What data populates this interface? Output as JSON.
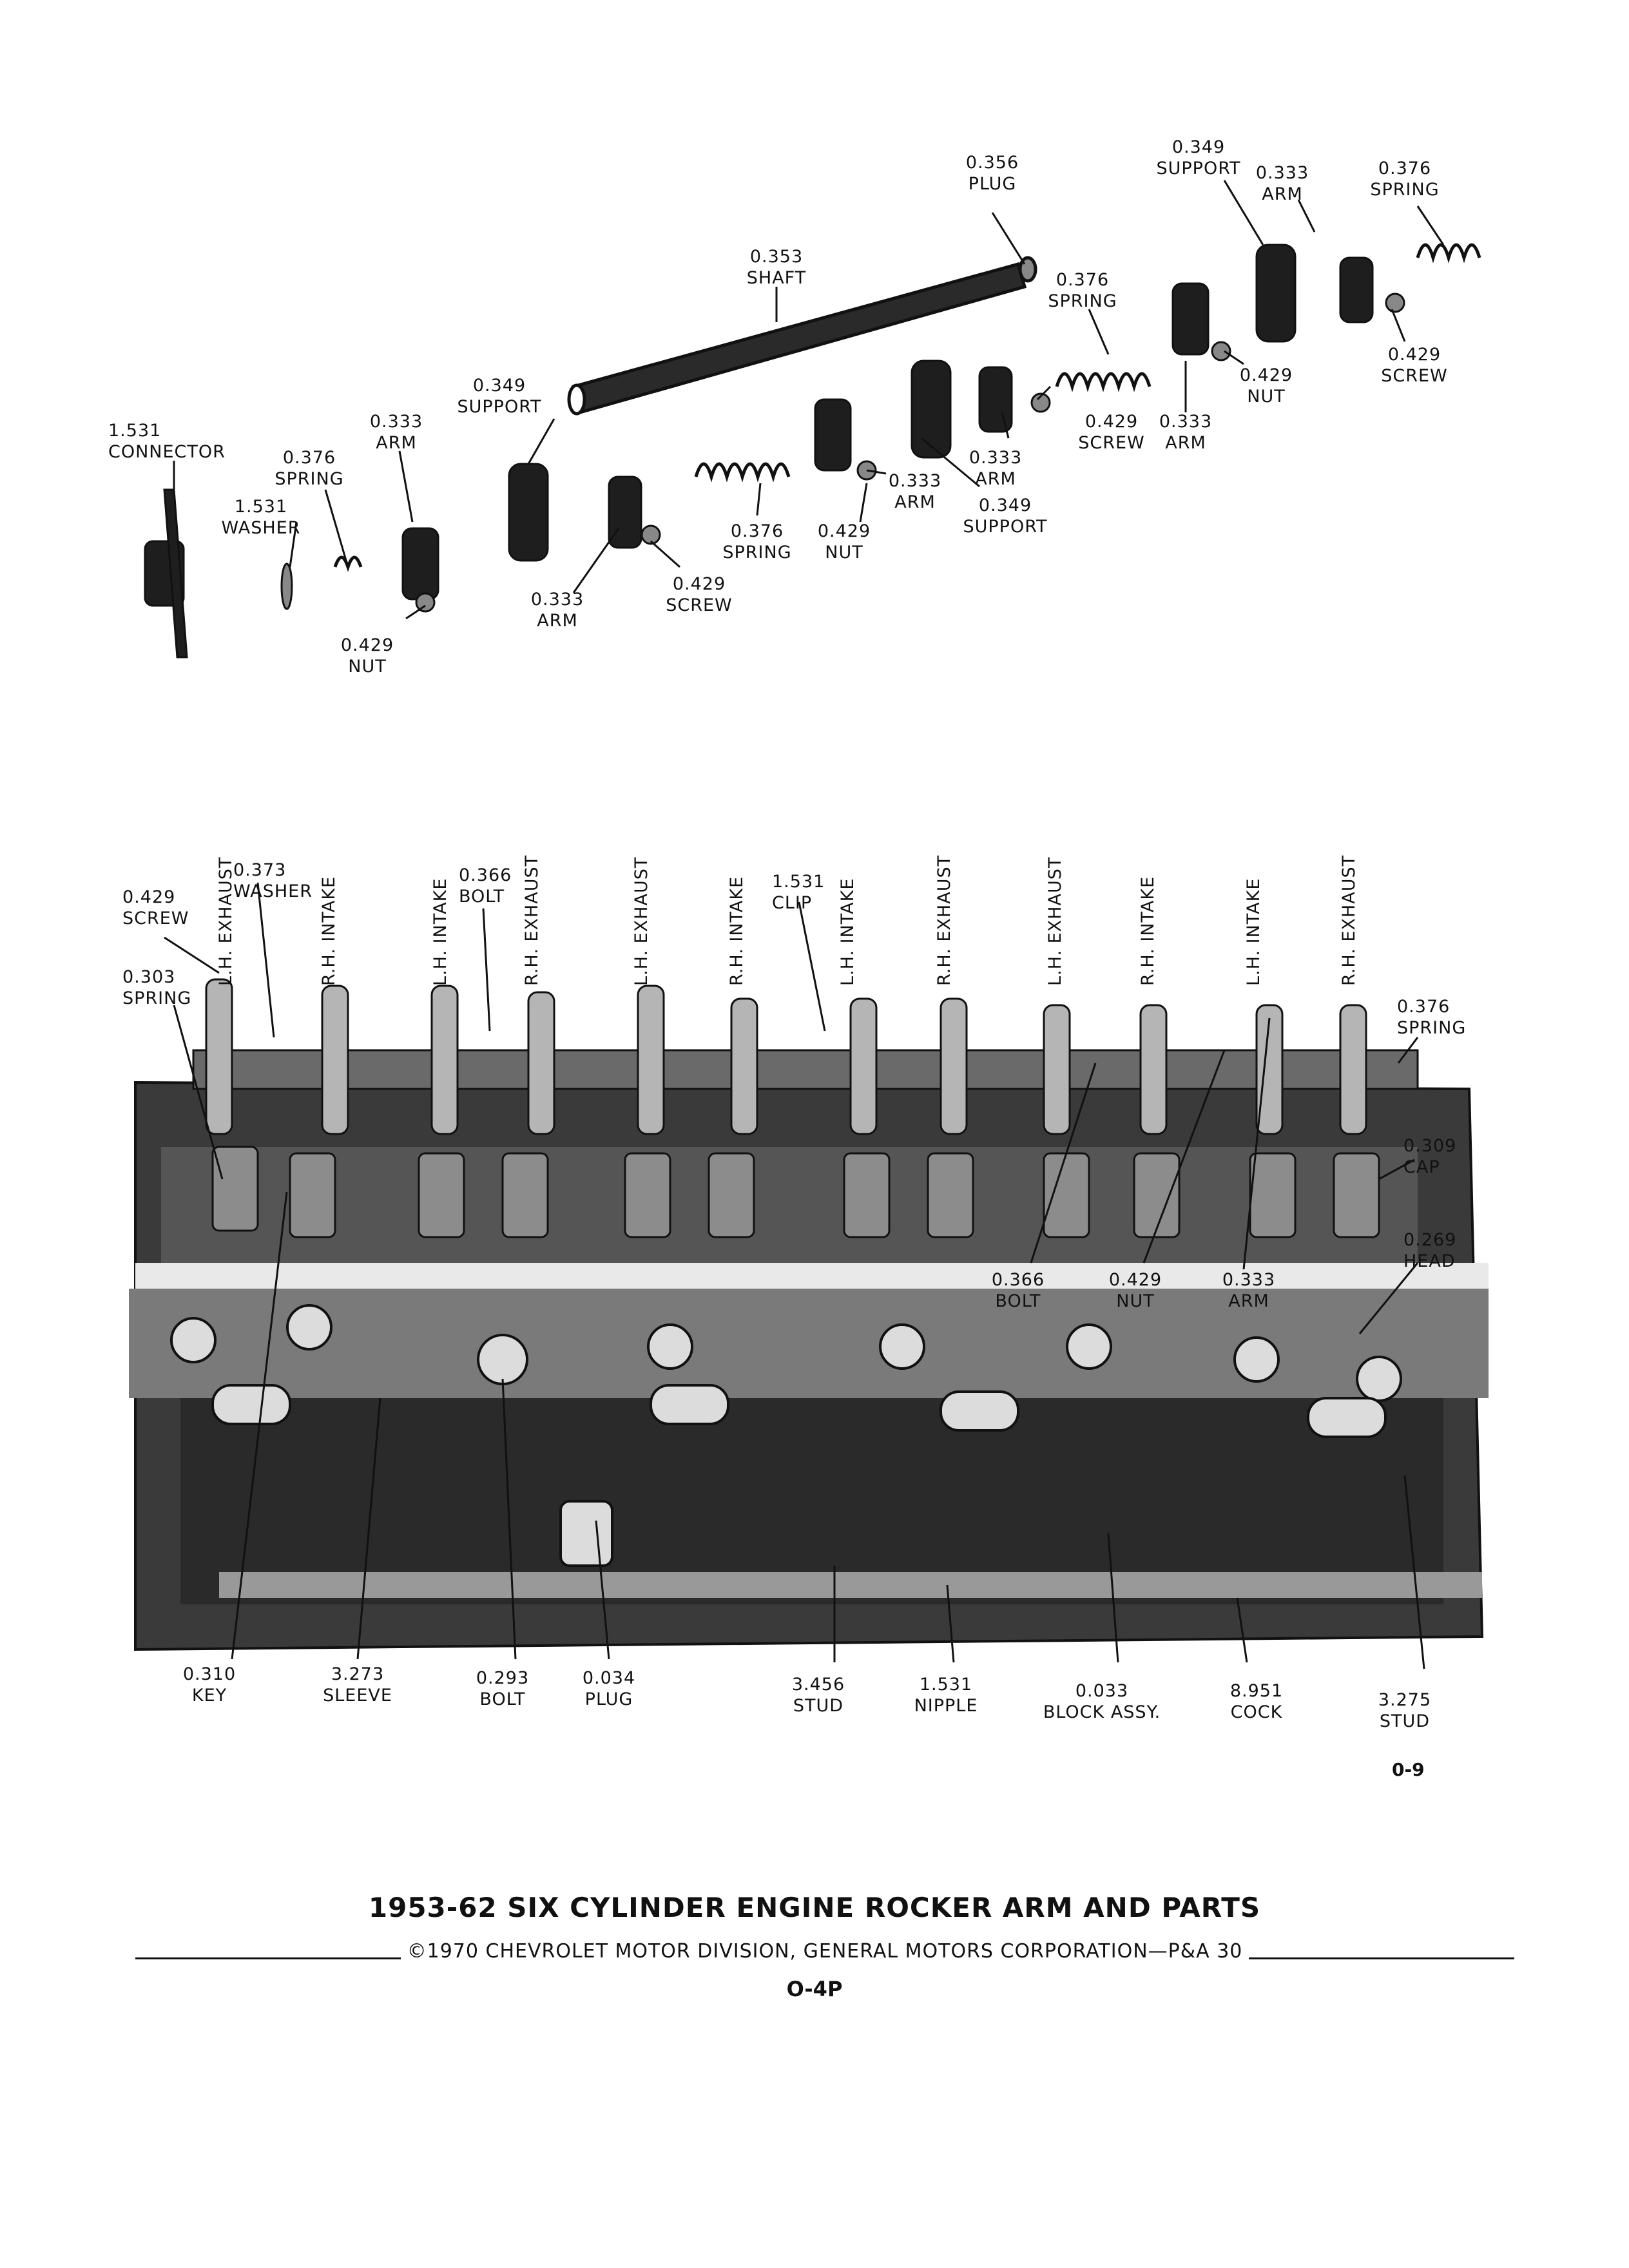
{
  "title": "1953-62 SIX CYLINDER ENGINE ROCKER ARM AND PARTS",
  "copyright": "©1970 CHEVROLET MOTOR DIVISION, GENERAL MOTORS CORPORATION—P&A 30",
  "figure_code": "O-4P",
  "page_code": "0-9",
  "exploded_labels": [
    {
      "num": "0.356",
      "name": "PLUG"
    },
    {
      "num": "0.349",
      "name": "SUPPORT"
    },
    {
      "num": "0.333",
      "name": "ARM"
    },
    {
      "num": "0.376",
      "name": "SPRING"
    },
    {
      "num": "0.353",
      "name": "SHAFT"
    },
    {
      "num": "0.376",
      "name": "SPRING"
    },
    {
      "num": "0.429",
      "name": "NUT"
    },
    {
      "num": "0.429",
      "name": "SCREW"
    },
    {
      "num": "0.429",
      "name": "SCREW"
    },
    {
      "num": "0.333",
      "name": "ARM"
    },
    {
      "num": "0.349",
      "name": "SUPPORT"
    },
    {
      "num": "0.333",
      "name": "ARM"
    },
    {
      "num": "1.531",
      "name": "CONNECTOR"
    },
    {
      "num": "0.376",
      "name": "SPRING"
    },
    {
      "num": "1.531",
      "name": "WASHER"
    },
    {
      "num": "0.333",
      "name": "ARM"
    },
    {
      "num": "0.349",
      "name": "SUPPORT"
    },
    {
      "num": "0.376",
      "name": "SPRING"
    },
    {
      "num": "0.429",
      "name": "NUT"
    },
    {
      "num": "0.333",
      "name": "ARM"
    },
    {
      "num": "0.429",
      "name": "SCREW"
    },
    {
      "num": "0.429",
      "name": "NUT"
    },
    {
      "num": "0.333",
      "name": "ARM"
    }
  ],
  "assembly_labels": [
    {
      "num": "0.429",
      "name": "SCREW"
    },
    {
      "num": "0.373",
      "name": "WASHER"
    },
    {
      "num": "0.366",
      "name": "BOLT"
    },
    {
      "num": "1.531",
      "name": "CLIP"
    },
    {
      "num": "0.303",
      "name": "SPRING"
    },
    {
      "num": "0.376",
      "name": "SPRING"
    },
    {
      "num": "0.309",
      "name": "CAP"
    },
    {
      "num": "0.269",
      "name": "HEAD"
    },
    {
      "num": "0.366",
      "name": "BOLT"
    },
    {
      "num": "0.429",
      "name": "NUT"
    },
    {
      "num": "0.333",
      "name": "ARM"
    }
  ],
  "rocker_positions": [
    "L.H. EXHAUST",
    "R.H. INTAKE",
    "L.H. INTAKE",
    "R.H. EXHAUST",
    "L.H. EXHAUST",
    "R.H. INTAKE",
    "L.H. INTAKE",
    "R.H. EXHAUST",
    "L.H. EXHAUST",
    "R.H. INTAKE",
    "L.H. INTAKE",
    "R.H. EXHAUST"
  ],
  "bottom_labels": [
    {
      "num": "0.310",
      "name": "KEY"
    },
    {
      "num": "3.273",
      "name": "SLEEVE"
    },
    {
      "num": "0.293",
      "name": "BOLT"
    },
    {
      "num": "0.034",
      "name": "PLUG"
    },
    {
      "num": "3.456",
      "name": "STUD"
    },
    {
      "num": "1.531",
      "name": "NIPPLE"
    },
    {
      "num": "0.033",
      "name": "BLOCK ASSY."
    },
    {
      "num": "8.951",
      "name": "COCK"
    },
    {
      "num": "3.275",
      "name": "STUD"
    }
  ]
}
